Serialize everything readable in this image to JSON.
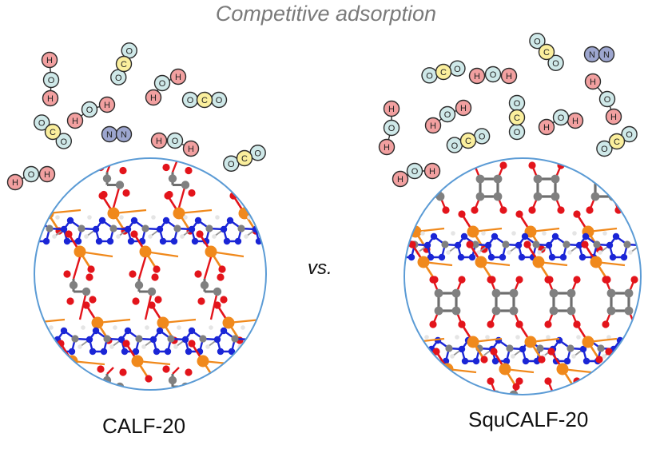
{
  "title": "Competitive adsorption",
  "vs_label": "vs.",
  "materials": [
    {
      "name": "CALF-20"
    },
    {
      "name": "SquCALF-20"
    }
  ],
  "atom_labels": {
    "oxygen": "O",
    "hydrogen": "H",
    "carbon": "C",
    "nitrogen": "N"
  },
  "colors": {
    "oxygen_fill": "#cfe9e9",
    "hydrogen_fill": "#f2a0a0",
    "carbon_fill": "#fbef9d",
    "nitrogen_fill": "#9da6cf",
    "circle_border": "#5b9bd5",
    "metal": "#f0891c",
    "framework_oxygen": "#e3141b",
    "framework_nitrogen": "#1a25d6",
    "framework_carbon": "#808080",
    "framework_hydrogen": "#e5e5e5"
  },
  "icons": {
    "water_molecule": "water-molecule-icon",
    "co2_molecule": "co2-molecule-icon",
    "n2_molecule": "n2-molecule-icon"
  }
}
